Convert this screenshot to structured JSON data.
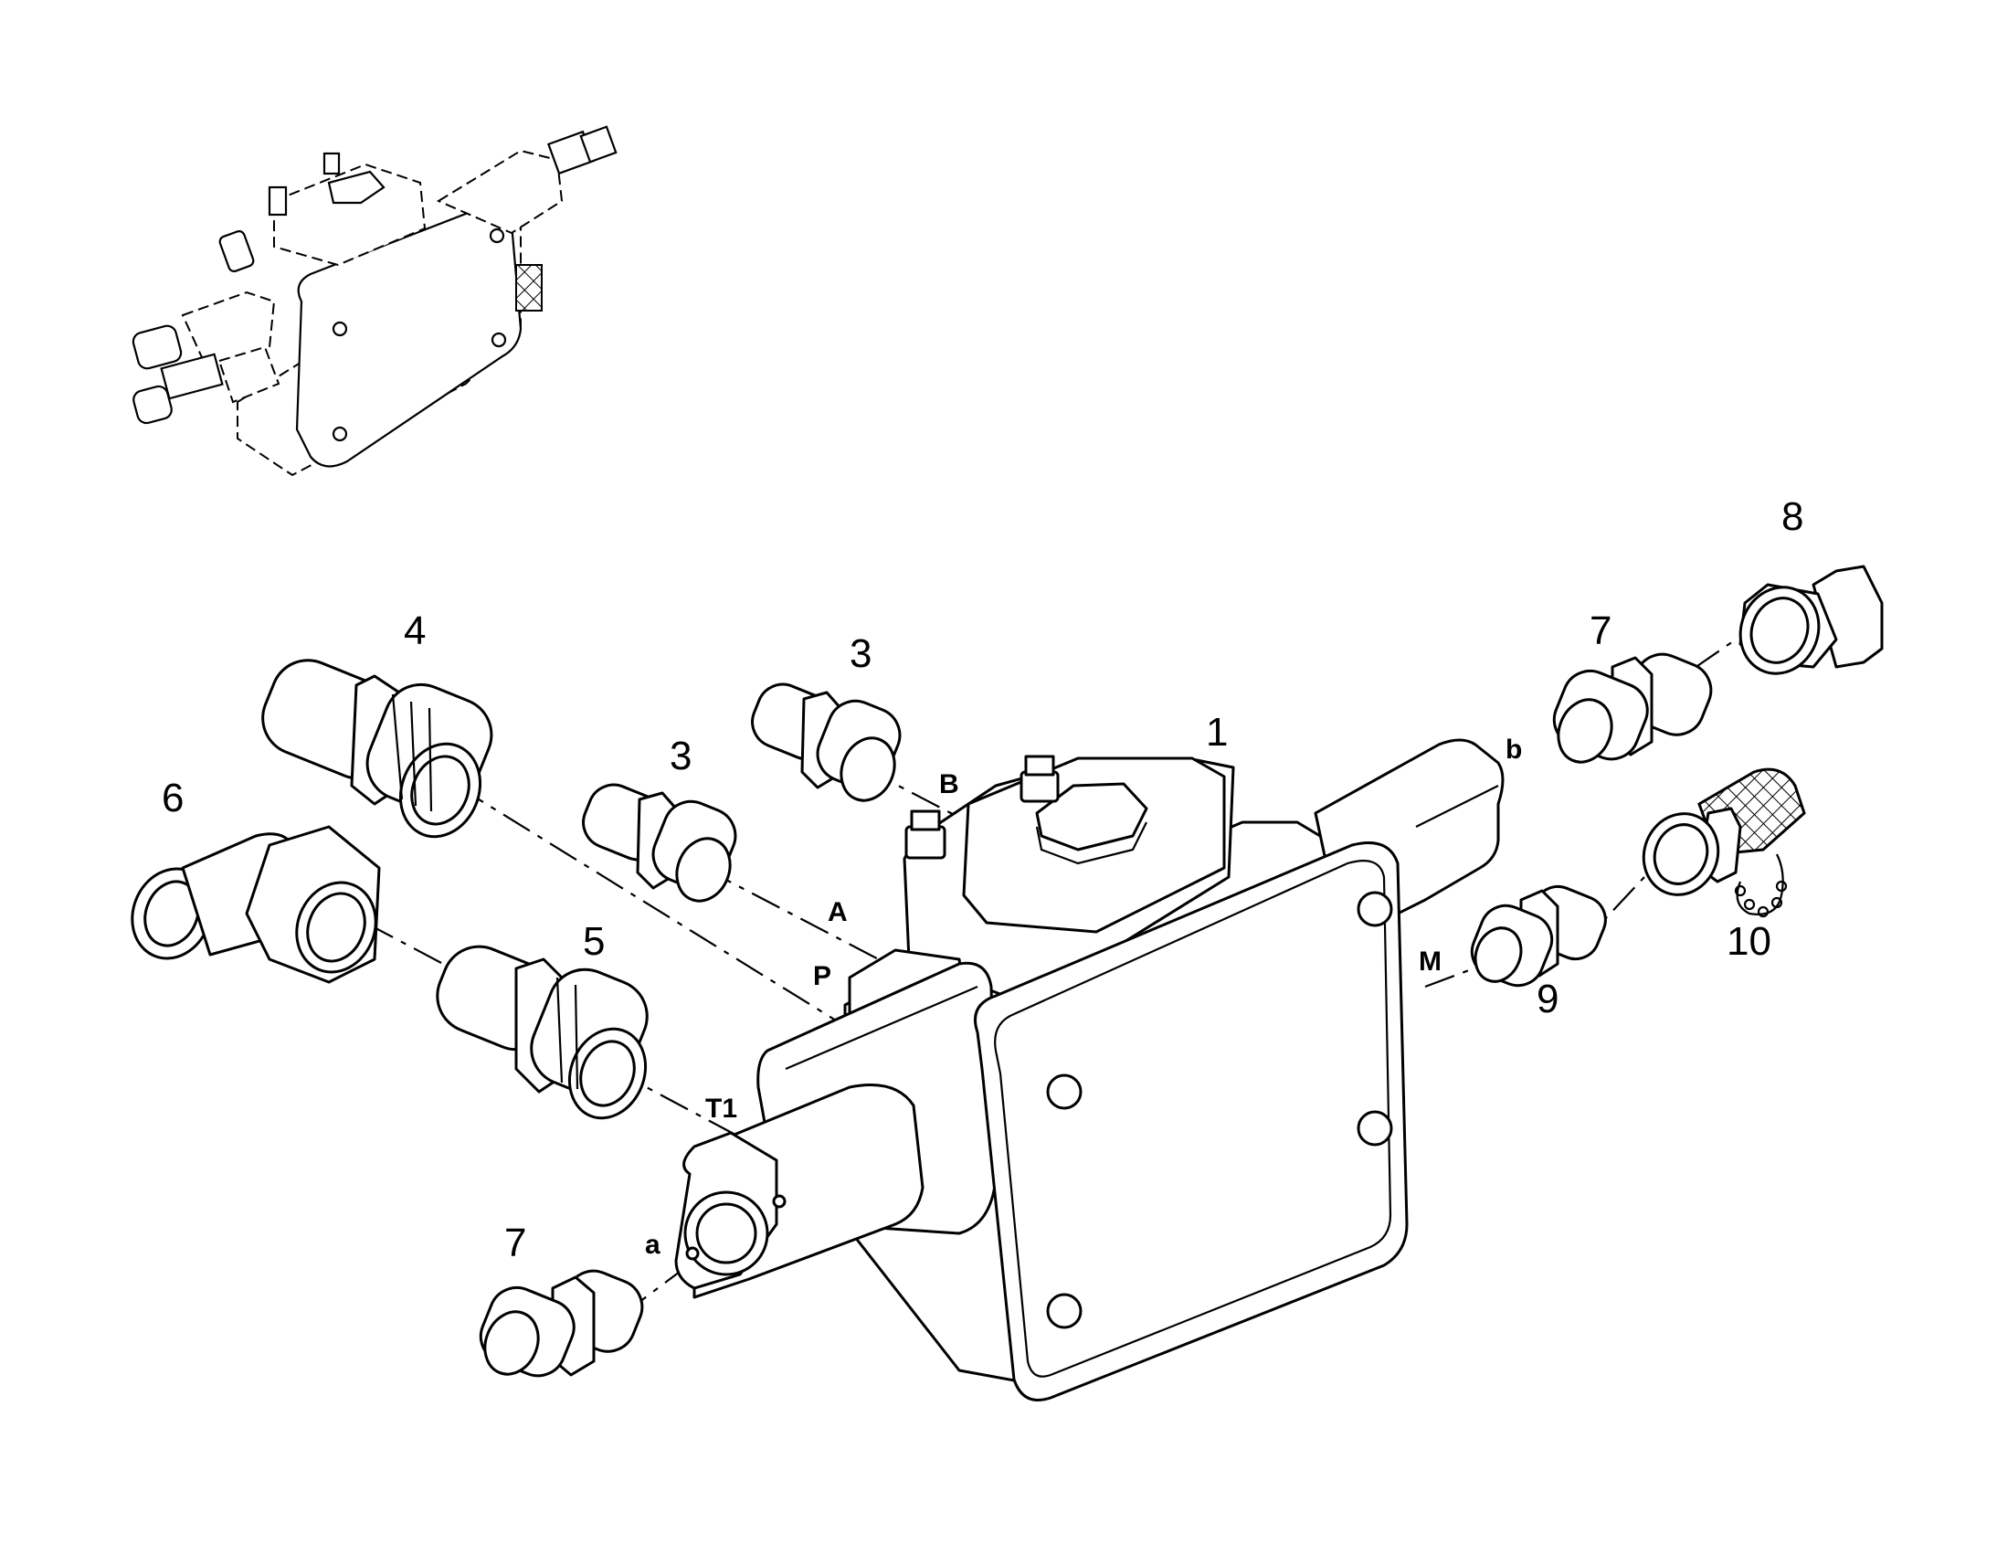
{
  "callouts": {
    "c1": "1",
    "c3a": "3",
    "c3b": "3",
    "c4": "4",
    "c5": "5",
    "c6": "6",
    "c7a": "7",
    "c7b": "7",
    "c8": "8",
    "c9": "9",
    "c10": "10"
  },
  "ports": {
    "A": "A",
    "B": "B",
    "P": "P",
    "T1": "T1",
    "M": "M",
    "a": "a",
    "b": "b"
  },
  "colors": {
    "line": "#000000",
    "background": "#ffffff"
  }
}
